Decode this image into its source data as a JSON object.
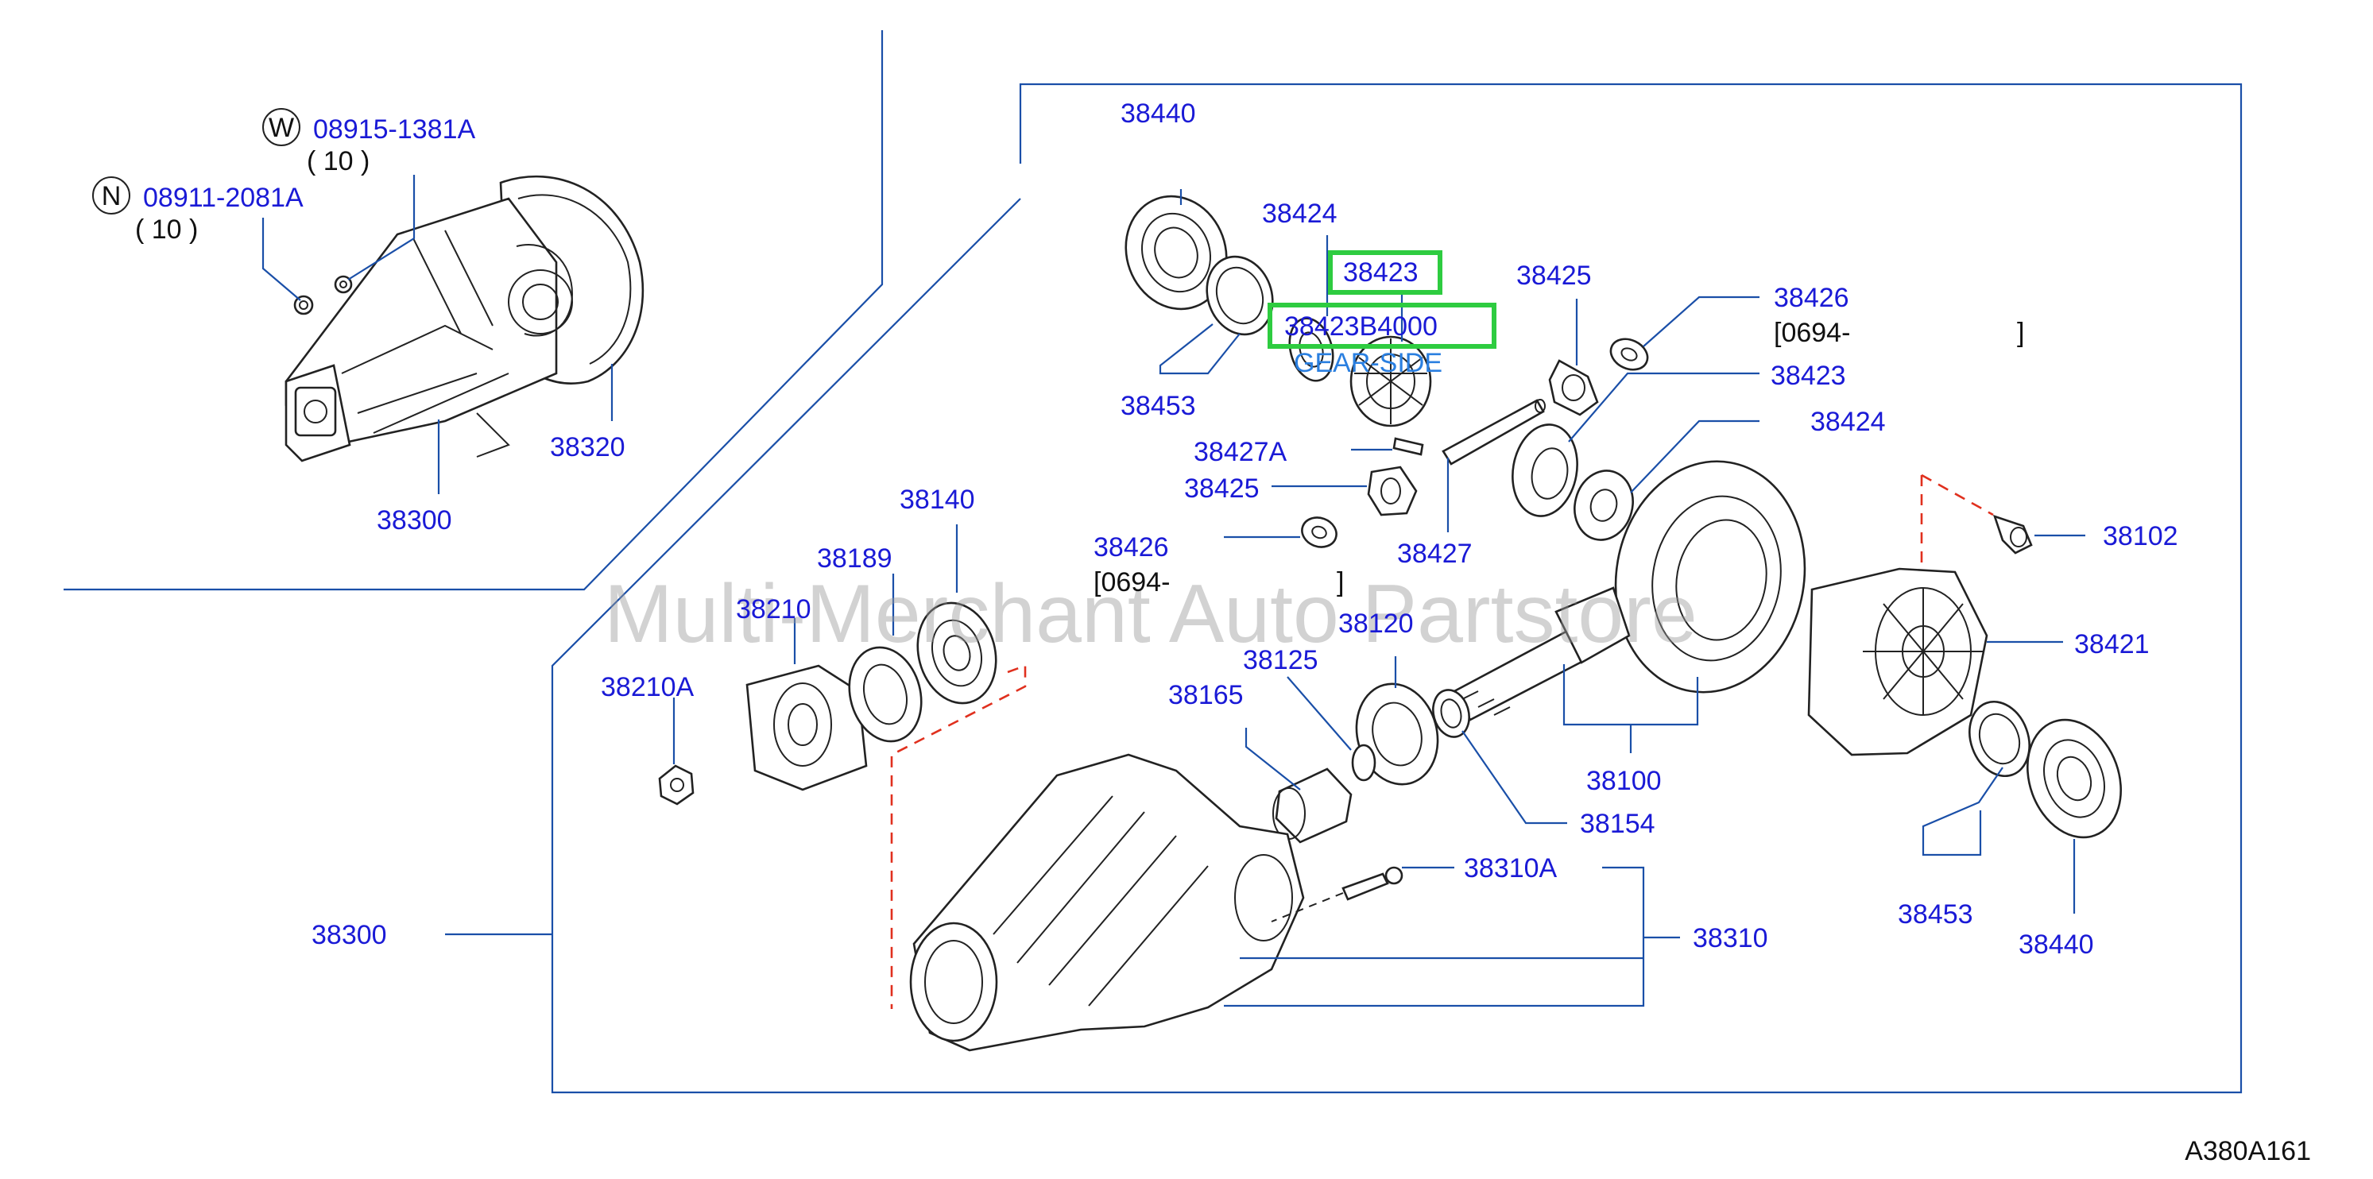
{
  "diagram_id": "A380A161",
  "watermark": "Multi-Merchant Auto Partstore",
  "callouts": {
    "p08915": "08915-1381A",
    "p08915_qty": "( 10 )",
    "p08911": "08911-2081A",
    "p08911_qty": "( 10 )",
    "markW": "W",
    "markN": "N",
    "p38320": "38320",
    "p38300_inset": "38300",
    "p38440_top": "38440",
    "p38424_top": "38424",
    "p38423_top": "38423",
    "p38423_partno": "38423B4000",
    "p38423_desc": "GEAR-SIDE",
    "p38425_top": "38425",
    "p38426_top": "38426",
    "p38426_top_range": "[0694-",
    "p38426_top_close": "]",
    "p38453_top": "38453",
    "p38427A": "38427A",
    "p38425_mid": "38425",
    "p38423_right": "38423",
    "p38424_right": "38424",
    "p38427": "38427",
    "p38426_mid": "38426",
    "p38426_mid_range": "[0694-",
    "p38426_mid_close": "]",
    "p38140": "38140",
    "p38189": "38189",
    "p38210": "38210",
    "p38210A": "38210A",
    "p38120": "38120",
    "p38125": "38125",
    "p38165": "38165",
    "p38102": "38102",
    "p38421": "38421",
    "p38100": "38100",
    "p38154": "38154",
    "p38310A": "38310A",
    "p38310": "38310",
    "p38300_main": "38300",
    "p38453_bottom": "38453",
    "p38440_bottom": "38440"
  },
  "colors": {
    "label": "#1a1ad6",
    "leader": "#1a4fa8",
    "highlight": "#2ecc40",
    "dashed_red": "#e0301e"
  }
}
